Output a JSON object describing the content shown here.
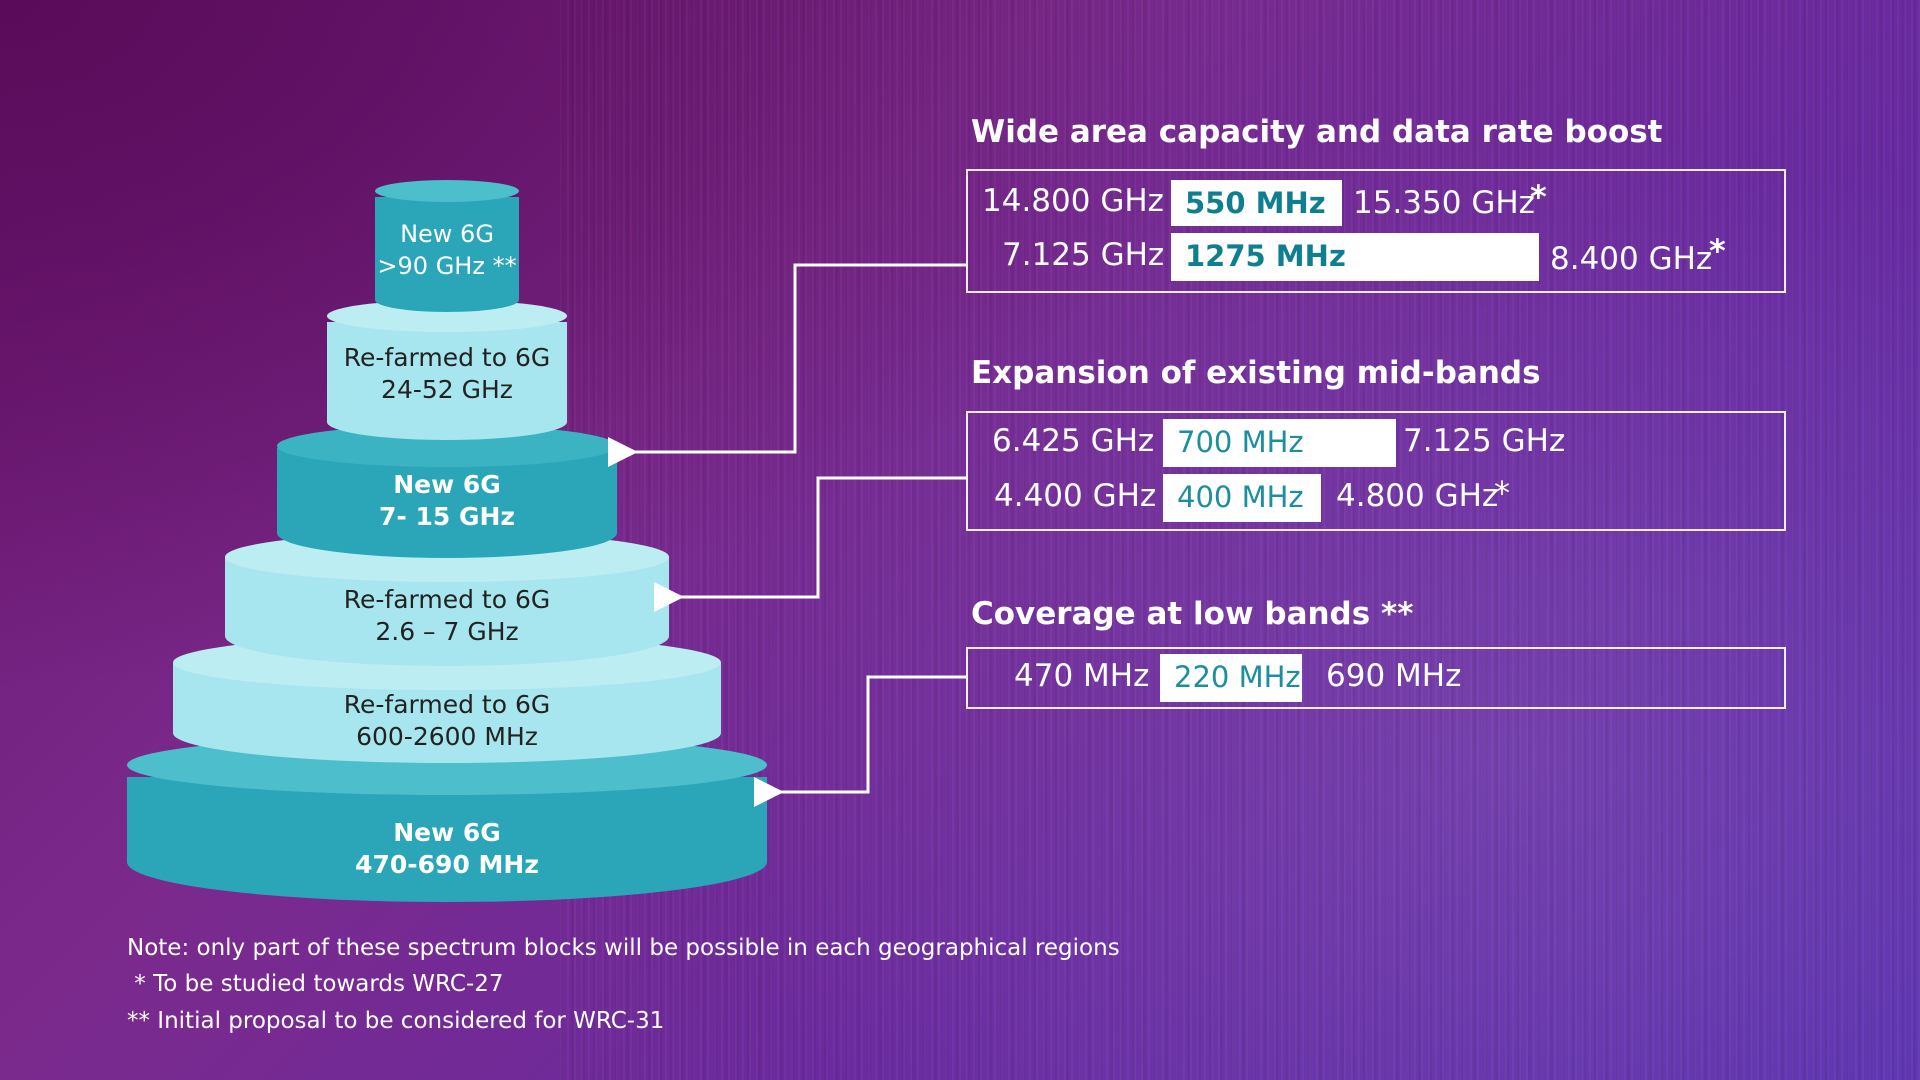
{
  "cake": {
    "l6": {
      "line1": "New 6G",
      "line2": ">90 GHz **"
    },
    "l5": {
      "line1": "Re-farmed to 6G",
      "line2": "24-52 GHz"
    },
    "l4": {
      "line1": "New 6G",
      "line2": "7- 15 GHz"
    },
    "l3": {
      "line1": "Re-farmed to 6G",
      "line2": "2.6 – 7 GHz"
    },
    "l2": {
      "line1": "Re-farmed to 6G",
      "line2": "600-2600 MHz"
    },
    "l1": {
      "line1": "New 6G",
      "line2": "470-690 MHz"
    }
  },
  "sections": {
    "wide": {
      "title": "Wide area capacity and data rate boost",
      "rows": [
        {
          "start": "14.800 GHz",
          "width": "550 MHz",
          "end": "15.350 GHz",
          "star": "*"
        },
        {
          "start": "7.125 GHz",
          "width": "1275 MHz",
          "end": "8.400 GHz",
          "star": "*"
        }
      ]
    },
    "mid": {
      "title": "Expansion of existing mid-bands",
      "rows": [
        {
          "start": "6.425 GHz",
          "width": "700 MHz",
          "end": "7.125 GHz"
        },
        {
          "start": "4.400 GHz",
          "width": "400 MHz",
          "end": "4.800 GHz",
          "star": "*"
        }
      ]
    },
    "low": {
      "title": "Coverage at low bands **",
      "rows": [
        {
          "start": "470 MHz",
          "width": "220 MHz",
          "end": "690 MHz"
        }
      ]
    }
  },
  "notes": [
    "Note: only part of these spectrum blocks will be possible in each geographical regions",
    " * To be studied towards WRC-27",
    "** Initial proposal to be considered for WRC-31"
  ],
  "colors": {
    "dark_teal": "#2aa6b8",
    "light_teal": "#a8e6ef",
    "background": "#6b1670"
  }
}
